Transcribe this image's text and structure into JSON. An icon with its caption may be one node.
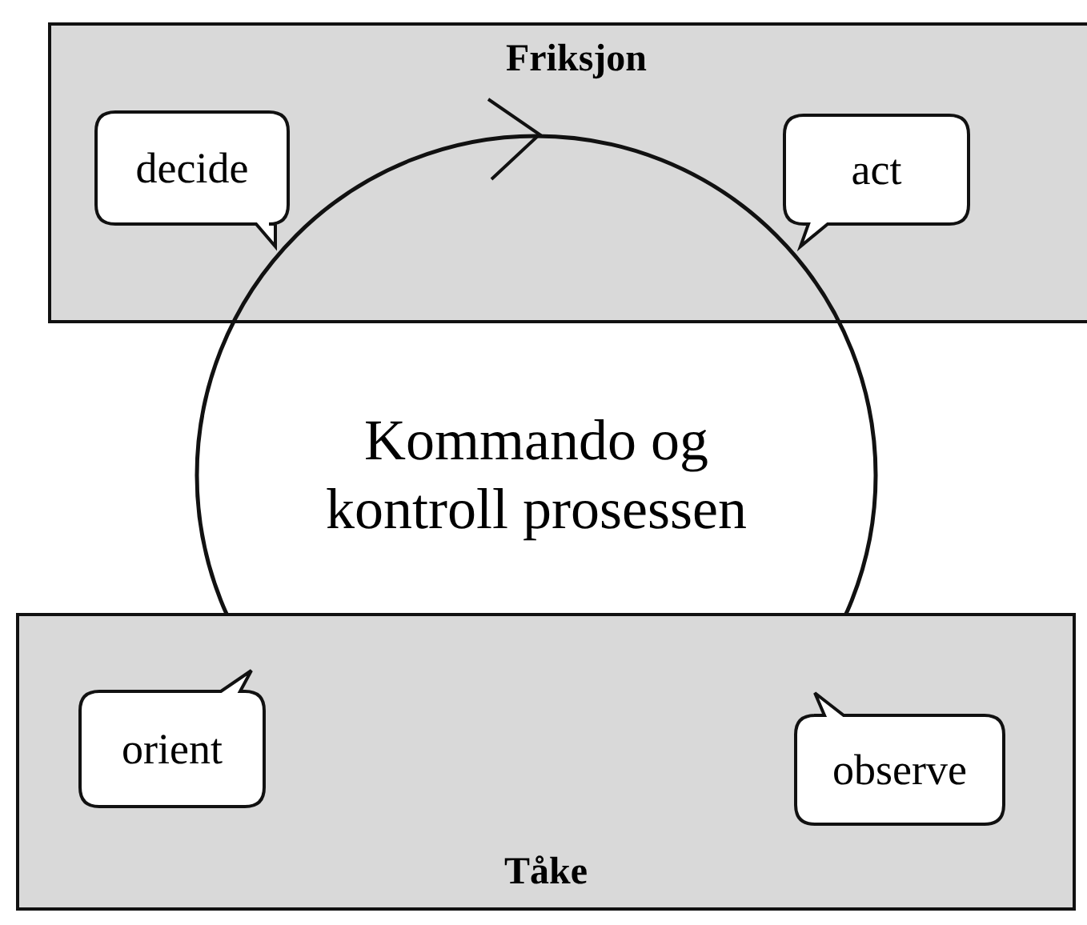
{
  "diagram": {
    "nodes": [
      {
        "text": [
          "Friksjon"
        ]
      },
      {
        "text": [
          "decide"
        ],
        "in": 0
      },
      {
        "text": [
          "act"
        ],
        "in": 0
      },
      {
        "text": [
          "Kommando og kontroll prosessen"
        ]
      },
      {
        "text": [
          "Tåke"
        ]
      },
      {
        "text": [
          "orient"
        ],
        "in": 4
      },
      {
        "text": [
          "observe"
        ],
        "in": 4
      }
    ]
  }
}
